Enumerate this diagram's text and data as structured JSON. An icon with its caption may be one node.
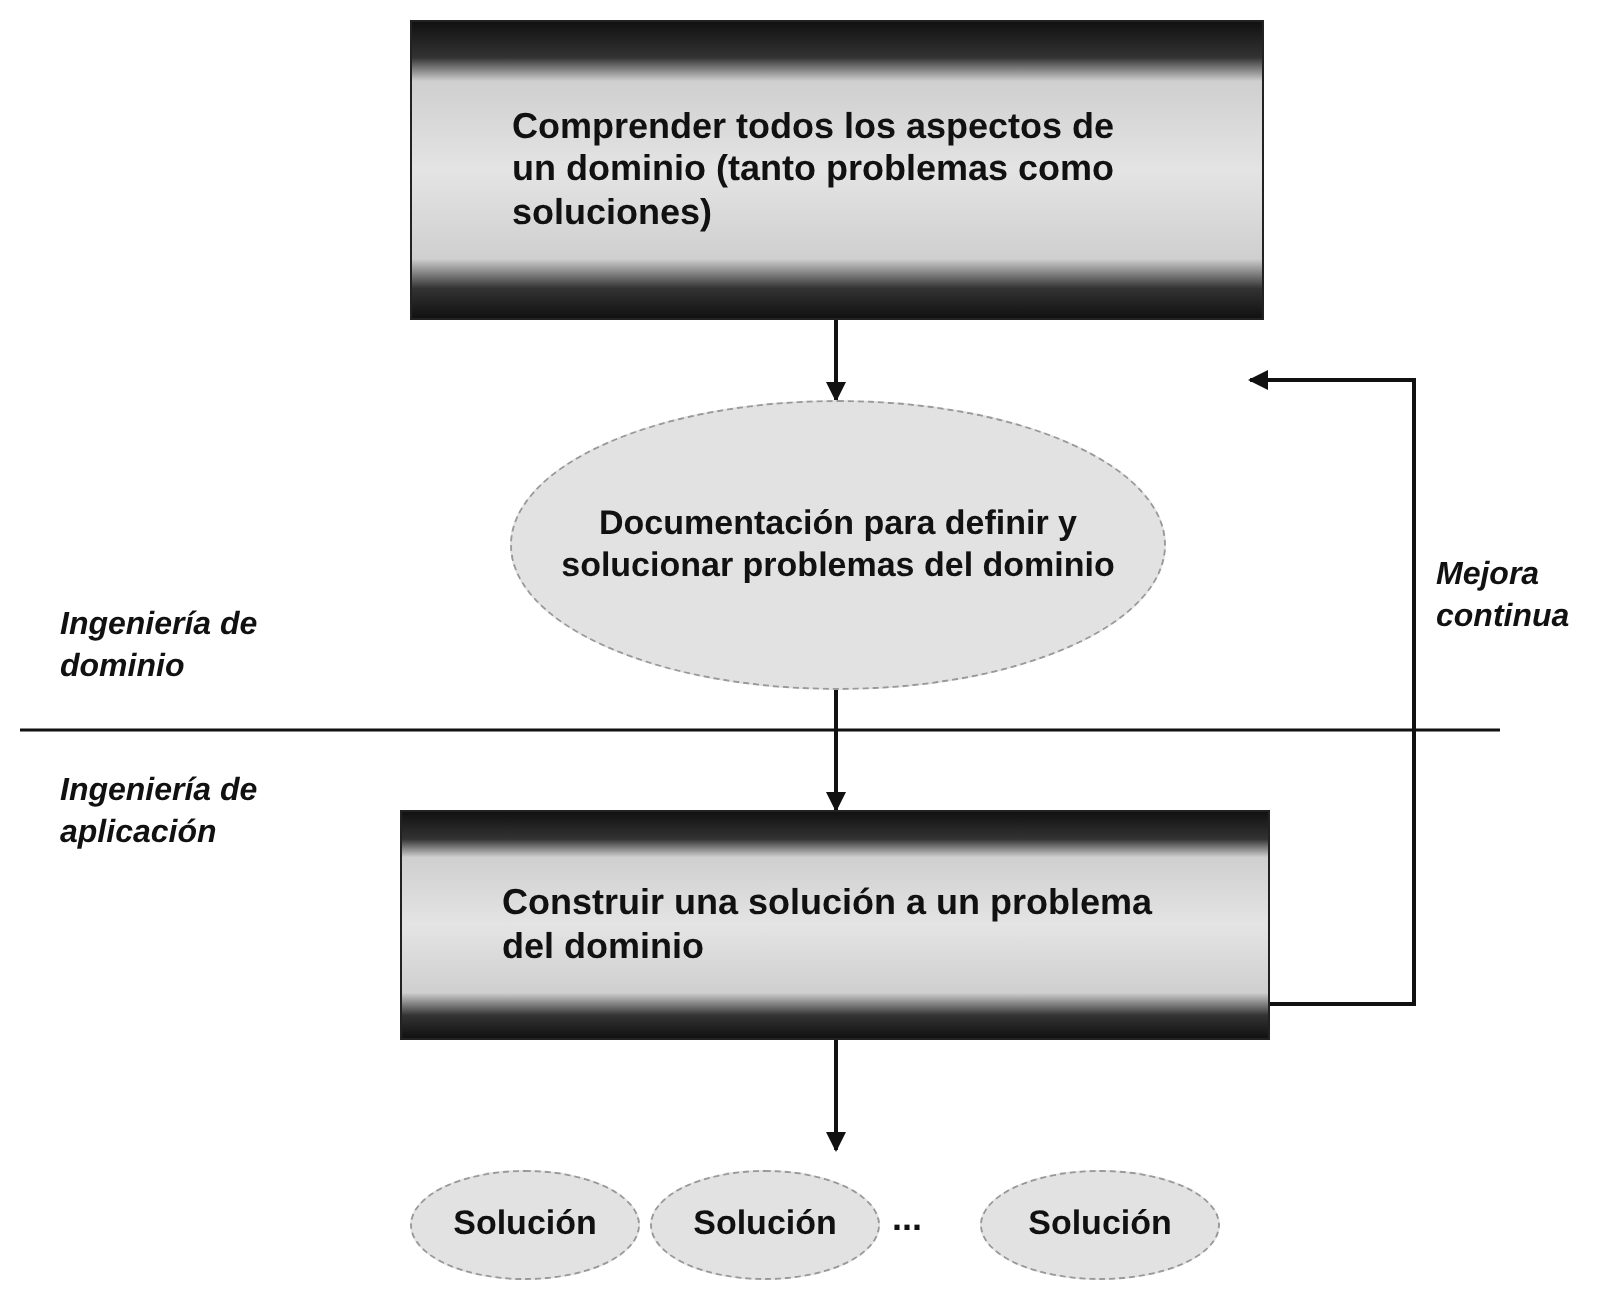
{
  "diagram": {
    "nodes": [
      {
        "text": [
          "Comprender todos los aspectos de un dominio (tanto problemas como soluciones)"
        ]
      },
      {
        "text": [
          "Documentación para definir y solucionar problemas del dominio"
        ]
      },
      {
        "text": [
          "Construir una solución a un problema del dominio"
        ]
      },
      {
        "text": [
          "Solución"
        ]
      },
      {
        "text": [
          "Solución"
        ]
      },
      {
        "text": [
          "Solución"
        ]
      }
    ],
    "edges": [
      {
        "from": 0,
        "to": 1,
        "arrow": "to"
      },
      {
        "from": 1,
        "to": 2,
        "arrow": "to"
      },
      {
        "from": 2,
        "to": 4,
        "arrow": "to"
      },
      {
        "from": 2,
        "to": null,
        "arrow": "to"
      }
    ],
    "labels": [
      "Mejora continua",
      "Ingeniería de dominio",
      "Ingeniería de aplicación",
      "..."
    ]
  }
}
